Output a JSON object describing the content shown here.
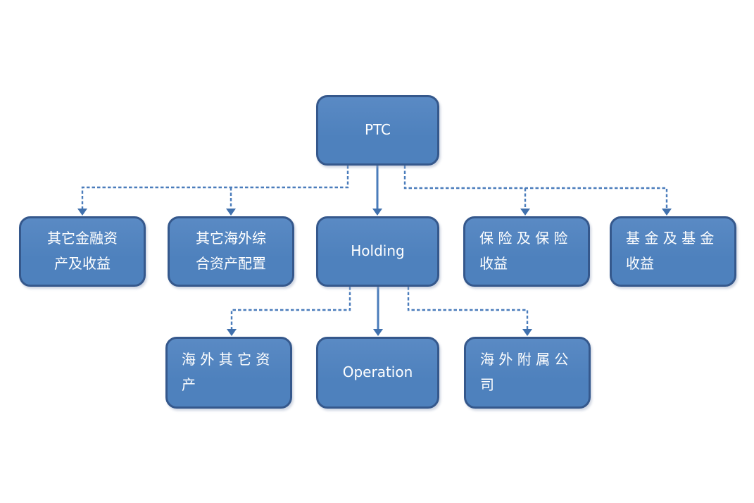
{
  "diagram": {
    "type": "org-chart",
    "colors": {
      "background": "#ffffff",
      "box_fill": "#4e81bd",
      "box_fill_light": "#5a8ac4",
      "box_border": "#35588c",
      "text": "#ffffff",
      "line": "#4a7cbb",
      "arrow": "#4070ad"
    },
    "nodes": {
      "ptc": {
        "text": "PTC"
      },
      "other_financial_assets": {
        "text": "其它金融资\n产及收益"
      },
      "other_overseas_allocation": {
        "text": "其它海外综\n合资产配置"
      },
      "holding": {
        "text": "Holding"
      },
      "insurance_income": {
        "text": "保 险 及 保 险\n收益"
      },
      "fund_income": {
        "text": "基 金 及 基 金\n收益"
      },
      "overseas_other_assets": {
        "text": "海 外 其 它 资\n产"
      },
      "operation": {
        "text": "Operation"
      },
      "overseas_subsidiaries": {
        "text": "海 外 附 属 公\n司"
      }
    },
    "edges": [
      {
        "from": "ptc",
        "to": "other_financial_assets",
        "style": "dashed"
      },
      {
        "from": "ptc",
        "to": "other_overseas_allocation",
        "style": "dashed"
      },
      {
        "from": "ptc",
        "to": "holding",
        "style": "solid"
      },
      {
        "from": "ptc",
        "to": "insurance_income",
        "style": "dashed"
      },
      {
        "from": "ptc",
        "to": "fund_income",
        "style": "dashed"
      },
      {
        "from": "holding",
        "to": "overseas_other_assets",
        "style": "dashed"
      },
      {
        "from": "holding",
        "to": "operation",
        "style": "solid"
      },
      {
        "from": "holding",
        "to": "overseas_subsidiaries",
        "style": "dashed"
      }
    ]
  }
}
